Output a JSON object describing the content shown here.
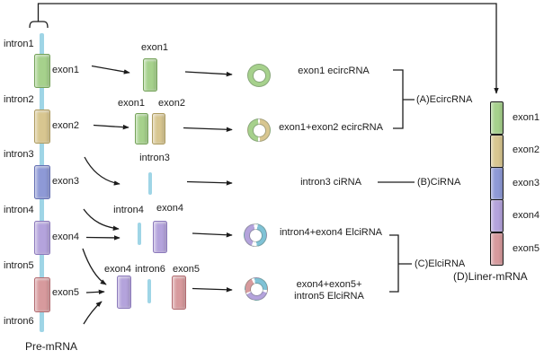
{
  "colors": {
    "exon1": "#a6d18c",
    "exon1_border": "#74a259",
    "exon2": "#d8c690",
    "exon2_border": "#ad9b5f",
    "exon3": "#8e99d6",
    "exon3_border": "#6570b3",
    "exon4": "#b4a3dc",
    "exon4_border": "#8c7abc",
    "exon5": "#d79a9d",
    "exon5_border": "#b26b70",
    "intron": "#9fd5e6",
    "ring_intron": "#7fc2d6",
    "line": "#1c1c1c"
  },
  "pre": {
    "label": "Pre-mRNA",
    "introns": [
      "intron1",
      "intron2",
      "intron3",
      "intron4",
      "intron5",
      "intron6"
    ],
    "exons": [
      "exon1",
      "exon2",
      "exon3",
      "exon4",
      "exon5"
    ]
  },
  "mid": {
    "r1": [
      "exon1"
    ],
    "r2": [
      "exon1",
      "exon2"
    ],
    "r3": [
      "intron3"
    ],
    "r4": [
      "intron4",
      "exon4"
    ],
    "r5": [
      "exon4",
      "intron6",
      "exon5"
    ]
  },
  "products": {
    "r1": "exon1 ecircRNA",
    "r2": "exon1+exon2 ecircRNA",
    "r3": "intron3 ciRNA",
    "r4": "intron4+exon4 ElciRNA",
    "r5_line1": "exon4+exon5+",
    "r5_line2": "intron5 ElciRNA"
  },
  "categories": {
    "a": "(A)EcircRNA",
    "b": "(B)CiRNA",
    "c": "(C)ElciRNA",
    "d": "(D)Liner-mRNA"
  },
  "linear": {
    "exons": [
      "exon1",
      "exon2",
      "exon3",
      "exon4",
      "exon5"
    ]
  }
}
